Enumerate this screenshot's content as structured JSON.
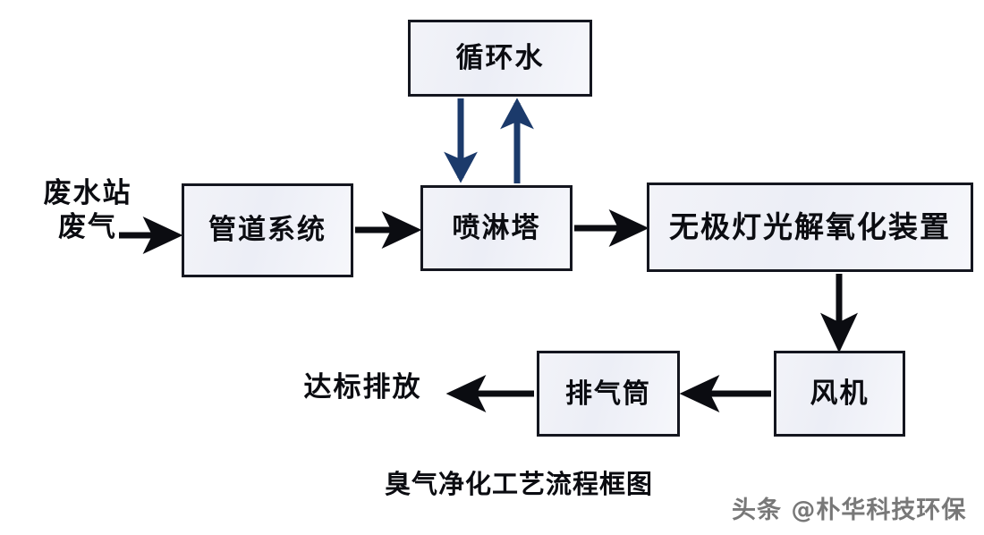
{
  "diagram": {
    "caption": "臭气净化工艺流程框图",
    "watermark": "头条 @朴华科技环保",
    "colors": {
      "box_border": "#14161f",
      "box_fill": "#eff1f7",
      "black_arrow": "#0b0c11",
      "blue_arrow": "#1b3a6b",
      "text": "#0b0c11",
      "watermark": "#5b5b5b"
    },
    "nodes": [
      {
        "id": "circulating-water",
        "label": "循环水"
      },
      {
        "id": "pipeline-system",
        "label": "管道系统"
      },
      {
        "id": "spray-tower",
        "label": "喷淋塔"
      },
      {
        "id": "oxidation-device",
        "label": "无极灯光解氧化装置"
      },
      {
        "id": "exhaust-stack",
        "label": "排气筒"
      },
      {
        "id": "fan",
        "label": "风机"
      }
    ],
    "free_labels": [
      {
        "id": "waste-gas-source",
        "label": "废水站\n废气"
      },
      {
        "id": "standard-discharge",
        "label": "达标排放"
      }
    ],
    "connections": [
      {
        "id": "source-to-pipeline",
        "from": "废水站废气",
        "to": "管道系统",
        "direction": "right",
        "color": "black"
      },
      {
        "id": "pipeline-to-spray",
        "from": "管道系统",
        "to": "喷淋塔",
        "direction": "right",
        "color": "black"
      },
      {
        "id": "spray-to-oxidation",
        "from": "喷淋塔",
        "to": "无极灯光解氧化装置",
        "direction": "right",
        "color": "black"
      },
      {
        "id": "water-to-spray",
        "from": "循环水",
        "to": "喷淋塔",
        "direction": "down",
        "color": "blue"
      },
      {
        "id": "spray-to-water",
        "from": "喷淋塔",
        "to": "循环水",
        "direction": "up",
        "color": "blue"
      },
      {
        "id": "oxidation-to-fan",
        "from": "无极灯光解氧化装置",
        "to": "风机",
        "direction": "down",
        "color": "black"
      },
      {
        "id": "fan-to-stack",
        "from": "风机",
        "to": "排气筒",
        "direction": "left",
        "color": "black"
      },
      {
        "id": "stack-to-discharge",
        "from": "排气筒",
        "to": "达标排放",
        "direction": "left",
        "color": "black"
      }
    ]
  }
}
